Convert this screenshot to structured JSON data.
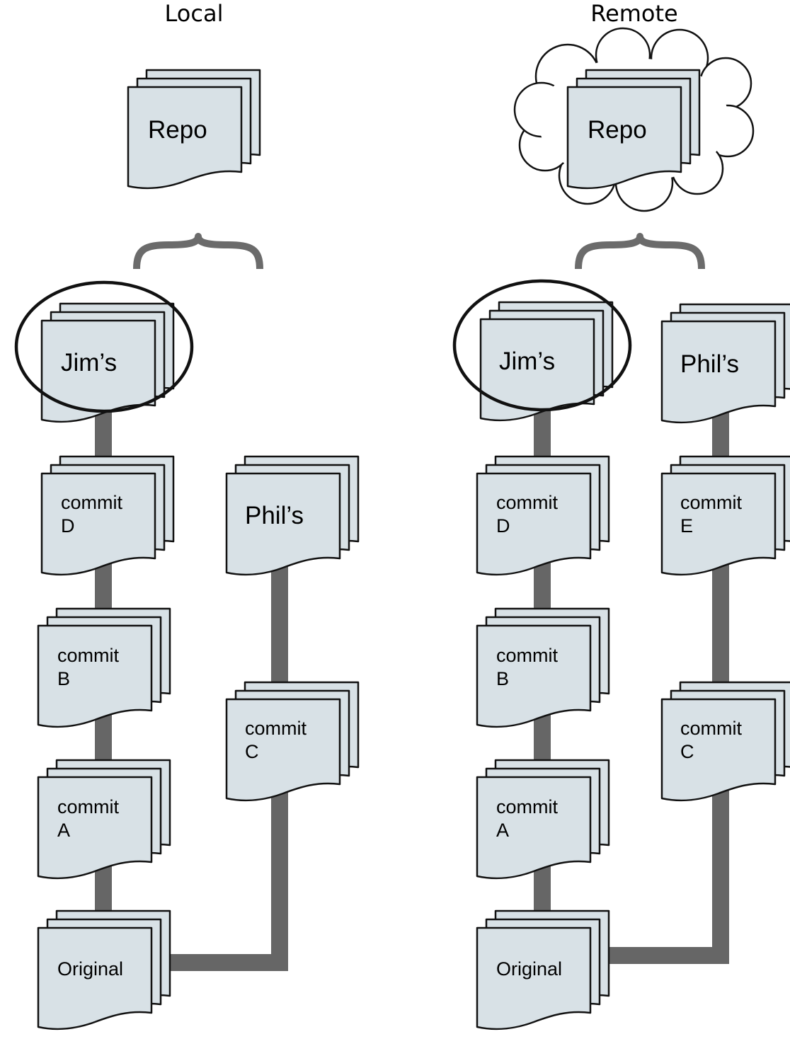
{
  "local": {
    "title": "Local",
    "repo": "Repo",
    "branches": {
      "jim": "Jim’s",
      "phil": "Phil’s"
    },
    "commits": {
      "d": [
        "commit",
        "D"
      ],
      "b": [
        "commit",
        "B"
      ],
      "a": [
        "commit",
        "A"
      ],
      "c": [
        "commit",
        "C"
      ]
    },
    "original": "Original"
  },
  "remote": {
    "title": "Remote",
    "repo": "Repo",
    "branches": {
      "jim": "Jim’s",
      "phil": "Phil’s"
    },
    "commits": {
      "d": [
        "commit",
        "D"
      ],
      "b": [
        "commit",
        "B"
      ],
      "a": [
        "commit",
        "A"
      ],
      "e": [
        "commit",
        "E"
      ],
      "c": [
        "commit",
        "C"
      ]
    },
    "original": "Original"
  },
  "colors": {
    "page_fill": "#d8e1e6",
    "connector": "#666666",
    "outline": "#111111"
  }
}
